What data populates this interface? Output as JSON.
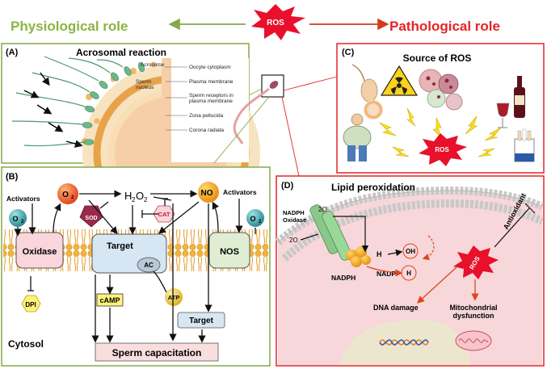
{
  "header": {
    "ros": "ROS",
    "physiological": "Physiological role",
    "pathological": "Pathological role"
  },
  "panel_a": {
    "letter": "(A)",
    "title": "Acrosomal reaction",
    "labels": {
      "acrosome": "Acrosome",
      "sperm": "Sperm",
      "nucleus": "nucleus",
      "oocyte": "Oocyte cytoplasm",
      "plasma": "Plasma membrane",
      "receptors1": "Sperm receptors in",
      "receptors2": "plasma membrane",
      "zona": "Zona pellucida",
      "corona": "Corona radiata"
    }
  },
  "panel_b": {
    "letter": "(B)",
    "activators_left": "Activators",
    "activators_right": "Activators",
    "o2_left": "O",
    "o2_right": "O",
    "o2_sub": "2",
    "superoxide": "O",
    "h2o2": "H",
    "h2o2_mid": "2",
    "h2o2_o": "O",
    "no": "NO",
    "sod": "SOD",
    "cat": "CAT",
    "oxidase": "Oxidase",
    "target": "Target",
    "ac": "AC",
    "nos": "NOS",
    "atp": "ATP",
    "camp": "cAMP",
    "dpi": "DPI",
    "target2": "Target",
    "cytosol": "Cytosol",
    "capacitation": "Sperm capacitation"
  },
  "panel_c": {
    "letter": "(C)",
    "title": "Source of ROS",
    "ros": "ROS"
  },
  "panel_d": {
    "letter": "(D)",
    "title": "Lipid peroxidation",
    "nadph_oxidase1": "NADPH",
    "nadph_oxidase2": "Oxidase",
    "o2a": "2O",
    "o2b": "2O",
    "h2o2": "H",
    "oh": "OH",
    "h": "H",
    "nadph": "NADPH",
    "nadp": "NADP",
    "antioxidant": "Antioxidant",
    "ros": "ROS",
    "dna": "DNA damage",
    "mito1": "Mitochondrial",
    "mito2": "dysfunction"
  },
  "colors": {
    "green_border": "#86a84a",
    "red_border": "#e0272a",
    "green_text": "#8db443",
    "red_text": "#e52327",
    "ros_star": "#e8102a",
    "membrane": "#f4b33a",
    "cell_pink": "#f7d7da"
  }
}
